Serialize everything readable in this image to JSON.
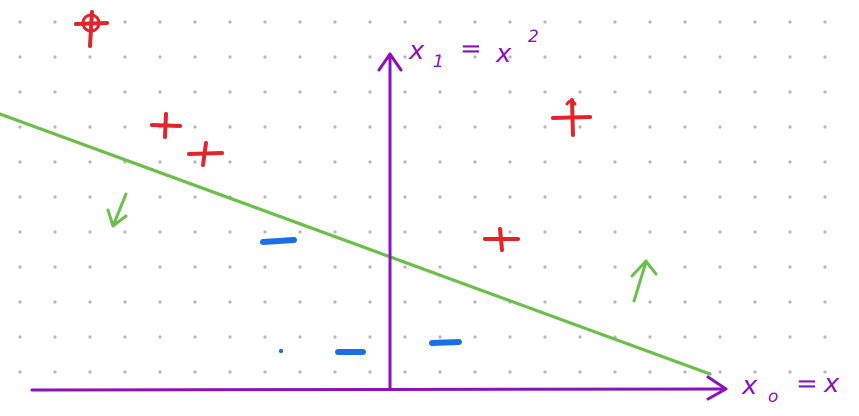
{
  "colors": {
    "background": "#ffffff",
    "grid_dot": "#b8b8b8",
    "axis": "#8a12b8",
    "positive": "#e0262b",
    "negative": "#1a6fe6",
    "boundary": "#6bbf4a"
  },
  "axes": {
    "vertical_label": {
      "var": "x",
      "sub": "1",
      "eq": "=",
      "rhs": "x",
      "sup": "2"
    },
    "horizontal_label": {
      "var": "x",
      "sub": "o",
      "eq": "=",
      "rhs": "x"
    }
  },
  "marks": {
    "positive_symbol": "+",
    "negative_symbol": "–"
  },
  "icons": {
    "direction_arrows": "arrow-icon"
  }
}
